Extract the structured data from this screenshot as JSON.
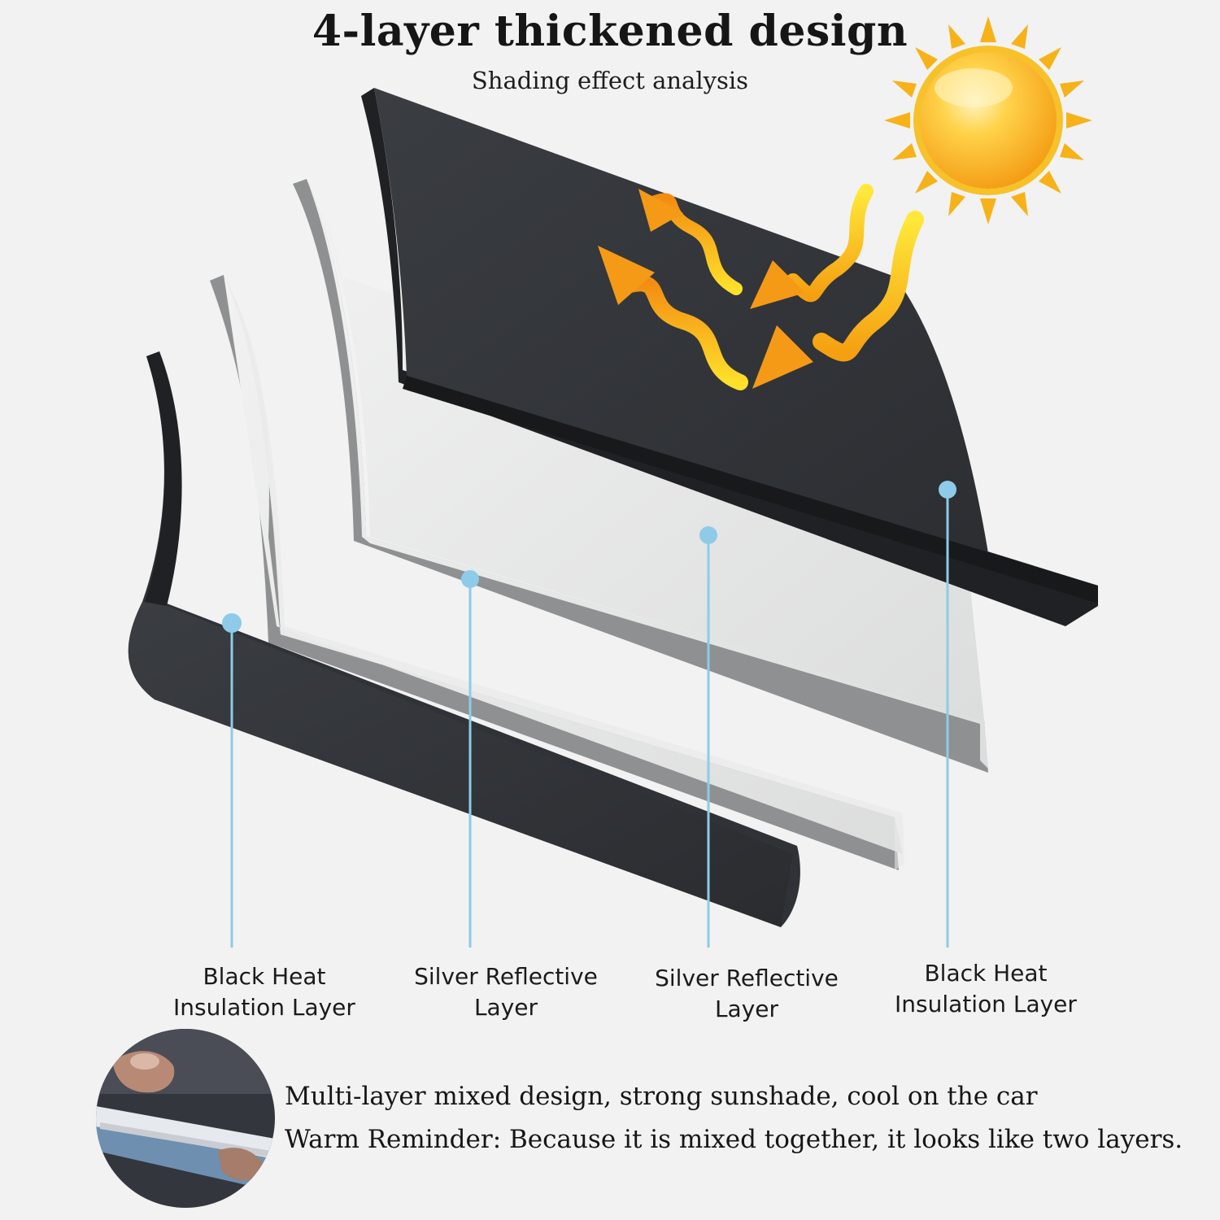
{
  "header": {
    "title": "4-layer thickened design",
    "subtitle": "Shading effect analysis"
  },
  "layers": [
    {
      "line1": "Black Heat",
      "line2": "Insulation Layer",
      "color": "#2d3035"
    },
    {
      "line1": "Silver Reflective",
      "line2": "Layer",
      "color": "#e3e4e4"
    },
    {
      "line1": "Silver Reflective",
      "line2": "Layer",
      "color": "#e3e4e4"
    },
    {
      "line1": "Black Heat",
      "line2": "Insulation Layer",
      "color": "#2d3035"
    }
  ],
  "notes": {
    "line1": "Multi-layer mixed design, strong sunshade, cool on the car",
    "line2": "Warm Reminder: Because it is mixed together, it looks like two layers."
  },
  "colors": {
    "background": "#f1f2f1",
    "pointer": "#8ecbe8",
    "sun": "#f7b21a",
    "arrow_in": "#f8d21a",
    "arrow_out": "#f59a16"
  },
  "icons": [
    "sun-icon",
    "heat-ray-arrow-icon",
    "fabric-sample-photo"
  ]
}
